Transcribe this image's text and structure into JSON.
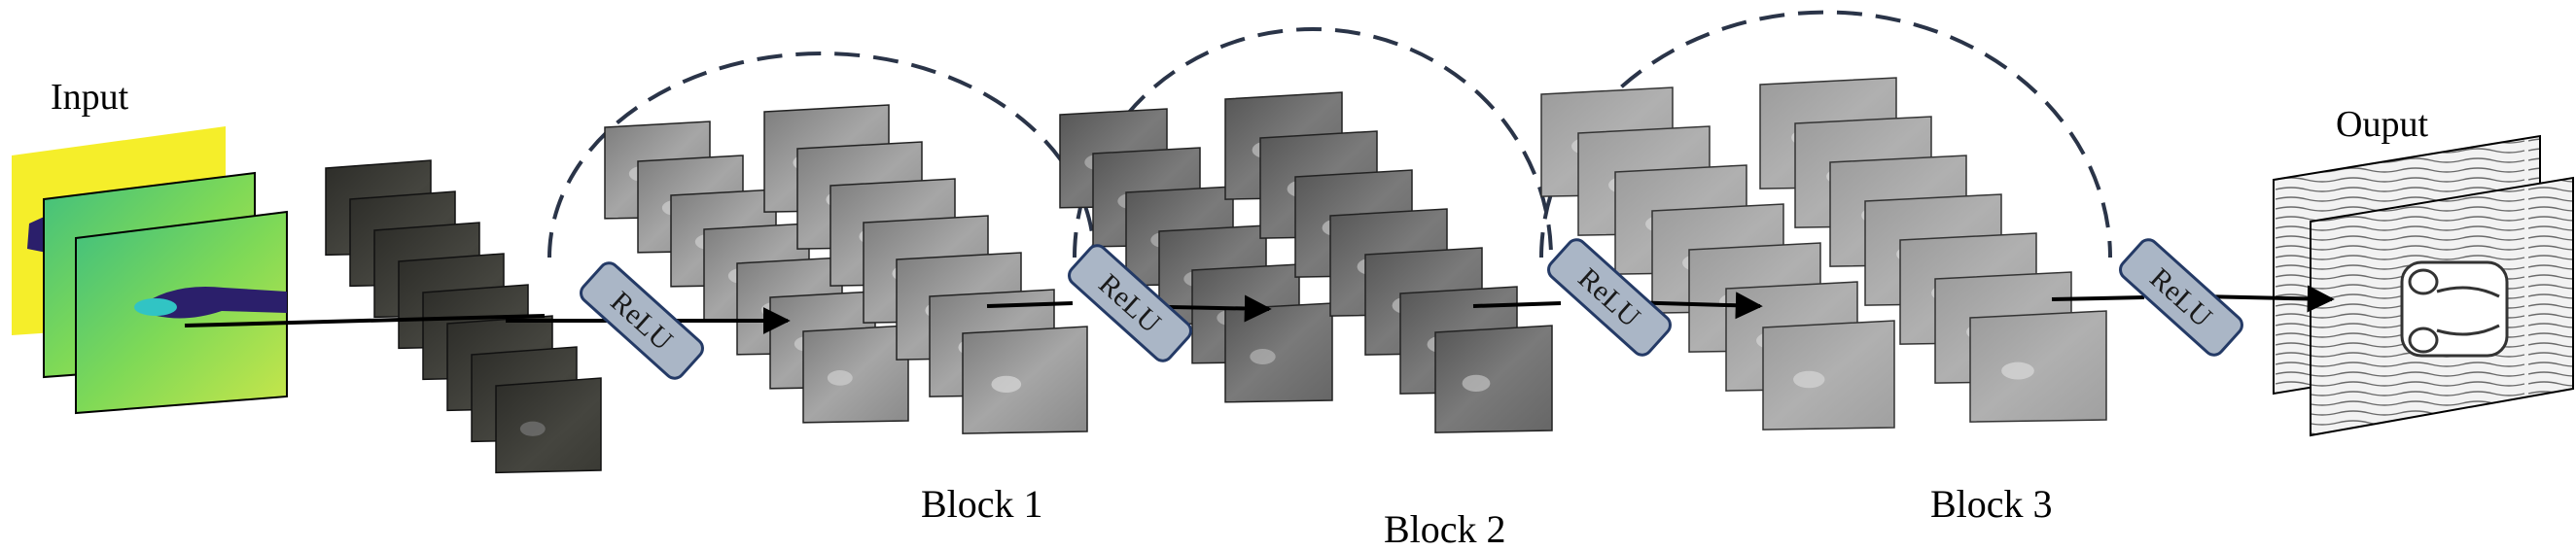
{
  "input": {
    "label": "Input"
  },
  "output": {
    "label": "Ouput"
  },
  "activations": [
    {
      "label": "ReLU"
    },
    {
      "label": "ReLU"
    },
    {
      "label": "ReLU"
    },
    {
      "label": "ReLU"
    }
  ],
  "blocks": [
    {
      "label": "Block 1"
    },
    {
      "label": "Block 2"
    },
    {
      "label": "Block 3"
    }
  ],
  "colors": {
    "arrow": "#000000",
    "skip_arc": "#2a3448",
    "relu_fill": "#aab6c6",
    "relu_stroke": "#243a66",
    "input_yellow": "#f5ee2a",
    "input_green": "#6fd05a",
    "input_dark": "#2b1f6b",
    "stage0_map": "#3a3a36",
    "stage1_map": "#8e8e8e",
    "stage2_map": "#6a6a6a",
    "stage3_map": "#a2a2a2",
    "output_map": "#e6e6e6"
  }
}
